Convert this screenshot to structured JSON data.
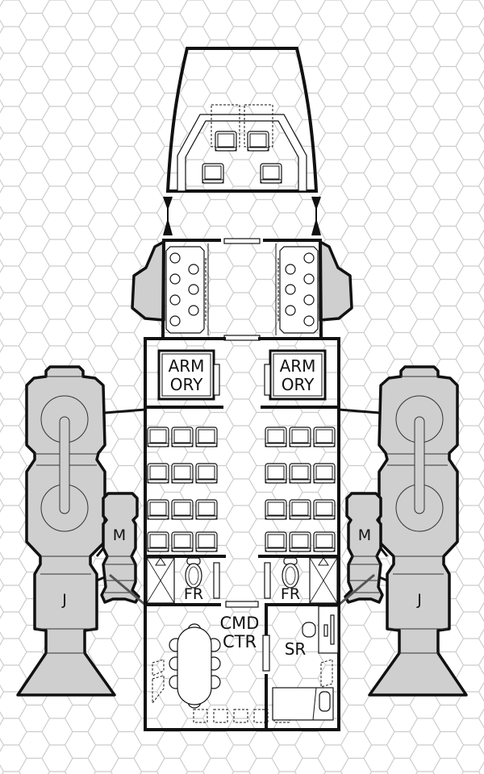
{
  "title": "Deck plan",
  "colors": {
    "pod_fill": "#cfcfcf",
    "line": "#111111",
    "hex_grid": "#cccccc"
  },
  "rooms": {
    "armory_left": {
      "line1": "ARM",
      "line2": "ORY"
    },
    "armory_right": {
      "line1": "ARM",
      "line2": "ORY"
    },
    "fresher_left": "FR",
    "fresher_right": "FR",
    "command_center": {
      "line1": "CMD",
      "line2": "CTR"
    },
    "stateroom": "SR"
  },
  "pods": {
    "maneuver_left": "M",
    "maneuver_right": "M",
    "jump_left": "J",
    "jump_right": "J"
  }
}
